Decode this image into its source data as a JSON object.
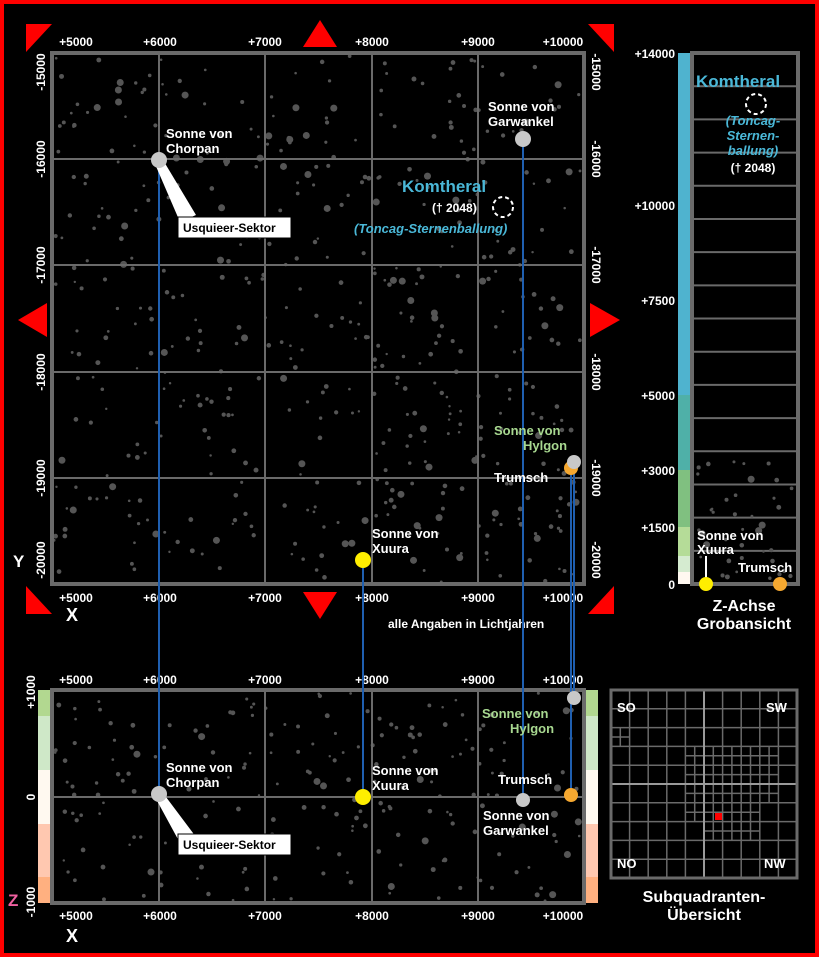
{
  "colors": {
    "accent_red": "#ff0000",
    "grid": "#6a6a6a",
    "blue_line": "#1f5fb0",
    "komtheral": "#4ab8d8",
    "sun_gray": "#c8c8c8",
    "sun_yellow": "#ffee00",
    "sun_orange": "#f5a830",
    "hylgon_label": "#a8d890",
    "z_mark": "#f060a0"
  },
  "top_map": {
    "x_ticks": [
      "+5000",
      "+6000",
      "+7000",
      "+8000",
      "+9000",
      "+10000"
    ],
    "y_ticks": [
      "-15000",
      "-16000",
      "-17000",
      "-18000",
      "-19000",
      "-20000"
    ],
    "y_axis_label": "Y",
    "x_axis_label": "X",
    "note": "alle Angaben in Lichtjahren",
    "chorpan": {
      "line1": "Sonne von",
      "line2": "Chorpan"
    },
    "sector": "Usquieer-Sektor",
    "garwankel": {
      "line1": "Sonne von",
      "line2": "Garwankel"
    },
    "komtheral": {
      "name": "Komtheral",
      "death": "(† 2048)",
      "cluster": "(Toncag-Sternenballung)"
    },
    "hylgon": {
      "line1": "Sonne von",
      "line2": "Hylgon"
    },
    "trumsch": "Trumsch",
    "xuura": {
      "line1": "Sonne von",
      "line2": "Xuura"
    }
  },
  "z_coarse": {
    "ticks": [
      "+14000",
      "+10000",
      "+7500",
      "+5000",
      "+3000",
      "+1500",
      "0"
    ],
    "komtheral": {
      "name": "Komtheral",
      "cluster1": "(Toncag-",
      "cluster2": "Sternen-",
      "cluster3": "ballung)",
      "death": "(† 2048)"
    },
    "xuura": {
      "line1": "Sonne von",
      "line2": "Xuura"
    },
    "trumsch": "Trumsch",
    "title1": "Z-Achse",
    "title2": "Grobansicht"
  },
  "bottom_map": {
    "x_ticks": [
      "+5000",
      "+6000",
      "+7000",
      "+8000",
      "+9000",
      "+10000"
    ],
    "z_ticks": [
      "+1000",
      "0",
      "-1000"
    ],
    "z_axis_label": "Z",
    "x_axis_label": "X",
    "chorpan": {
      "line1": "Sonne von",
      "line2": "Chorpan"
    },
    "sector": "Usquieer-Sektor",
    "xuura": {
      "line1": "Sonne von",
      "line2": "Xuura"
    },
    "garwankel": {
      "line1": "Sonne von",
      "line2": "Garwankel"
    },
    "hylgon": {
      "line1": "Sonne von",
      "line2": "Hylgon"
    },
    "trumsch": "Trumsch"
  },
  "subquadrant": {
    "corners": {
      "so": "SO",
      "sw": "SW",
      "no": "NO",
      "nw": "NW"
    },
    "title1": "Subquadranten-",
    "title2": "Übersicht"
  }
}
